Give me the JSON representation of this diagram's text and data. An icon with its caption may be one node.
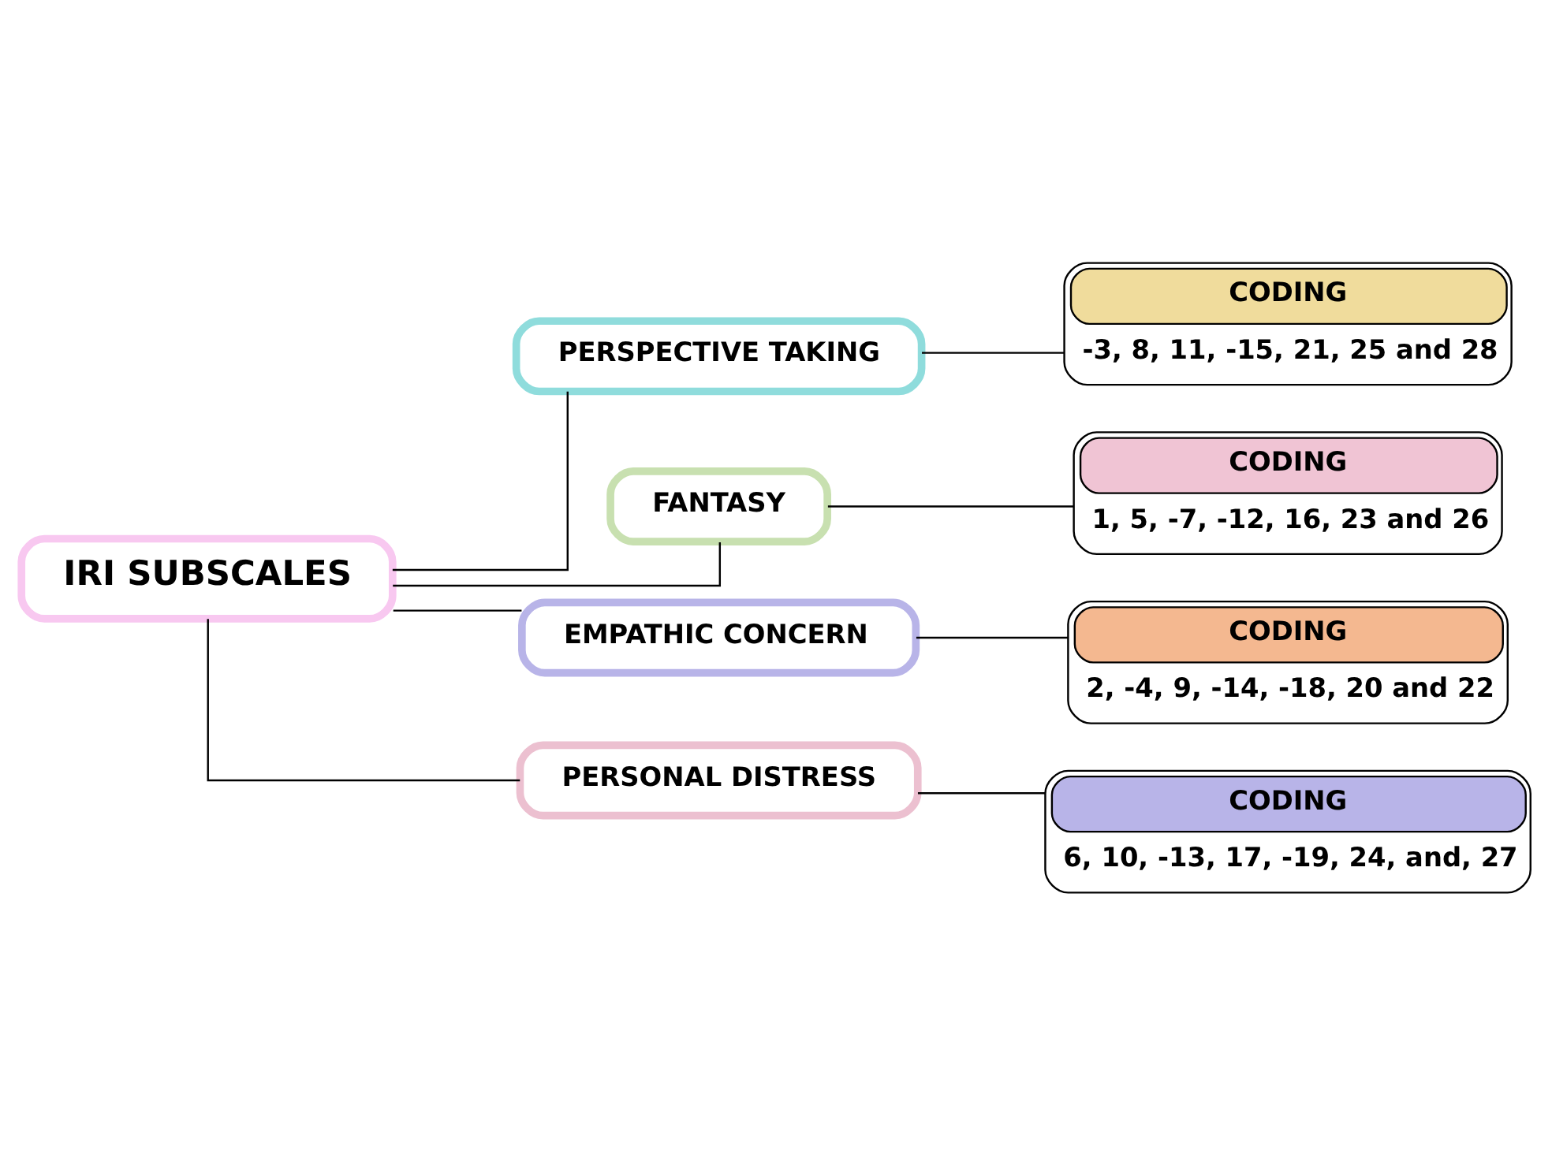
{
  "diagram": {
    "nodes": [
      {
        "text": [
          "IRI SUBSCALES"
        ]
      },
      {
        "text": [
          "PERSPECTIVE TAKING"
        ]
      },
      {
        "text": [
          "CODING",
          "-3, 8, 11, -15, 21, 25 and 28"
        ]
      },
      {
        "text": [
          "FANTASY"
        ]
      },
      {
        "text": [
          "CODING",
          "1, 5, -7, -12, 16, 23 and 26"
        ]
      },
      {
        "text": [
          "EMPATHIC CONCERN"
        ]
      },
      {
        "text": [
          "CODING",
          "2, -4, 9, -14, -18, 20 and 22"
        ]
      },
      {
        "text": [
          "PERSONAL DISTRESS"
        ]
      },
      {
        "text": [
          "CODING",
          "6, 10, -13, 17, -19, 24, and, 27"
        ]
      }
    ],
    "edges": [
      {
        "from": 0,
        "to": 1,
        "arrow": "none"
      },
      {
        "from": 0,
        "to": 3,
        "arrow": "none"
      },
      {
        "from": 0,
        "to": 5,
        "arrow": "none"
      },
      {
        "from": 0,
        "to": 7,
        "arrow": "none"
      },
      {
        "from": 1,
        "to": 2,
        "arrow": "none"
      },
      {
        "from": 3,
        "to": 4,
        "arrow": "none"
      },
      {
        "from": 5,
        "to": 6,
        "arrow": "none"
      },
      {
        "from": 7,
        "to": 8,
        "arrow": "none"
      }
    ]
  }
}
